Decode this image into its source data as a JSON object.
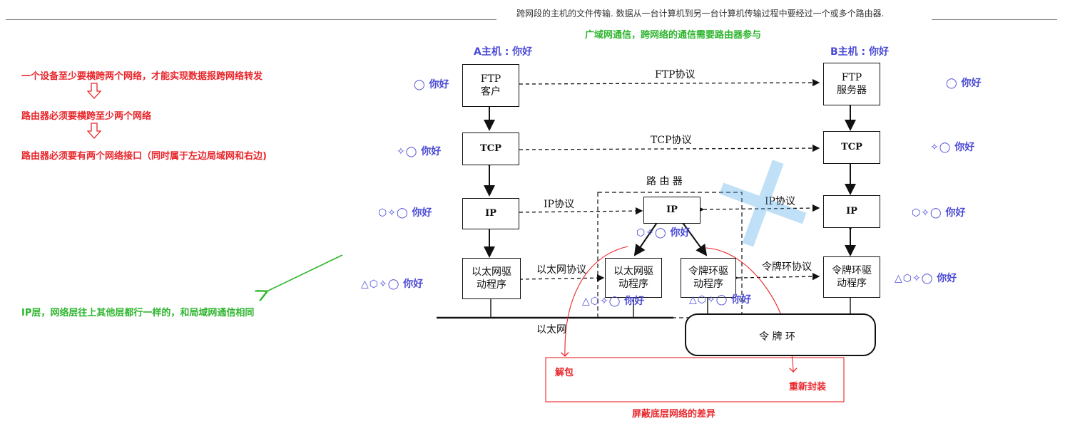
{
  "header": {
    "top_text": "跨网段的主机的文件传输. 数据从一台计算机到另一台计算机传输过程中要经过一个或多个路由器.",
    "subtitle": "广域网通信，跨网络的通信需要路由器参与"
  },
  "left_notes": {
    "line1": "一个设备至少要横跨两个网络，才能实现数据报跨网络转发",
    "line2": "路由器必须要横跨至少两个网络",
    "line3": "路由器必须要有两个网络接口（同时属于左边局域网和右边)",
    "ip_note": "IP层，网络层往上其他层都行一样的，和局域网通信相同"
  },
  "hosts": {
    "a_label": "A主机 : 你好",
    "b_label": "B主机 : 你好",
    "ftp_client": [
      "FTP",
      "客户"
    ],
    "ftp_server": [
      "FTP",
      "服务器"
    ],
    "tcp": "TCP",
    "ip": "IP",
    "eth_driver": [
      "以太网驱",
      "动程序"
    ],
    "token_driver": [
      "令牌环驱",
      "动程序"
    ]
  },
  "router": {
    "label": "路 由 器",
    "ip": "IP",
    "eth_driver": [
      "以太网驱",
      "动程序"
    ],
    "token_driver": [
      "令牌环驱",
      "动程序"
    ]
  },
  "protocols": {
    "ftp": "FTP协议",
    "tcp": "TCP协议",
    "ip_left": "IP协议",
    "ip_right": "IP协议",
    "eth": "以太网协议",
    "token": "令牌环协议"
  },
  "networks": {
    "ethernet": "以太网",
    "token_ring": "令 牌 环"
  },
  "annotations": {
    "greeting": "你好",
    "sym_app": "◯",
    "sym_tcp": "✧◯",
    "sym_ip": "⬡✧◯",
    "sym_link": "△⬡✧◯",
    "unpack": "解包",
    "repack": "重新封装",
    "shield": "屏蔽底层网络的差异"
  },
  "colors": {
    "annotation_blue": "#4a4ad6",
    "note_red": "#e8262b",
    "note_green": "#2db52d",
    "watermark": "#4aa8e8"
  }
}
